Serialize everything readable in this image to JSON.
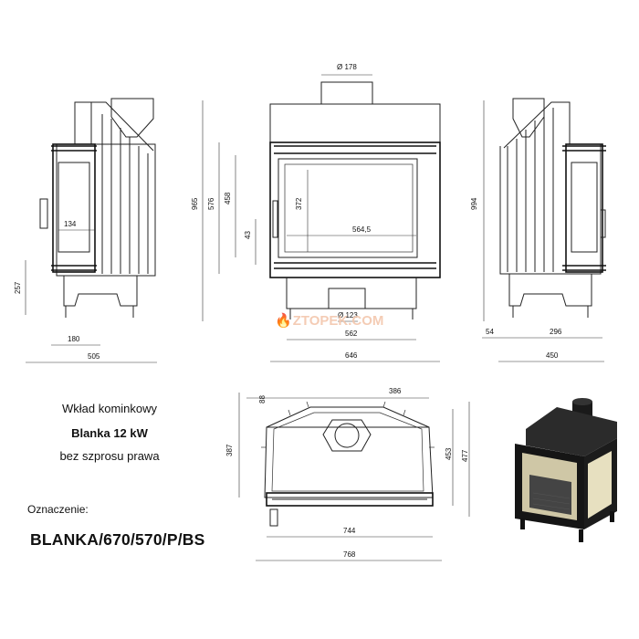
{
  "product": {
    "line1": "Wkład kominkowy",
    "line2": "Blanka 12 kW",
    "line3": "bez szprosu prawa",
    "mark_label": "Oznaczenie:",
    "designation": "BLANKA/670/570/P/BS"
  },
  "watermark": {
    "text": "ZTOPEK.COM",
    "icon": "flame-icon"
  },
  "dimensions": {
    "flue_top": "Ø 178",
    "height_total_front": "965",
    "height_frame": "576",
    "height_glass": "458",
    "height_43": "43",
    "height_372": "372",
    "width_inner": "564,5",
    "flue_bottom": "Ø 123",
    "width_562": "562",
    "width_646": "646",
    "left_134": "134",
    "left_257": "257",
    "left_180": "180",
    "left_505": "505",
    "right_994": "994",
    "right_54": "54",
    "right_296": "296",
    "right_450": "450",
    "top_386": "386",
    "top_88": "88",
    "top_387": "387",
    "top_453": "453",
    "top_477": "477",
    "top_744": "744",
    "top_768": "768"
  },
  "colors": {
    "line": "#222222",
    "watermark": "#f3c7ad"
  }
}
